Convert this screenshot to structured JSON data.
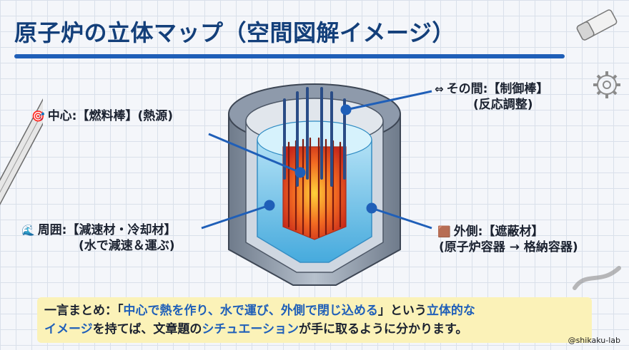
{
  "title": "原子炉の立体マップ（空間図解イメージ）",
  "labels": {
    "center": {
      "icon": "🎯",
      "text": "中心:【燃料棒】(熱源)"
    },
    "between": {
      "icon": "⇔",
      "head": "その間:【制御棒】",
      "sub": "(反応調整)"
    },
    "around": {
      "icon": "🌊",
      "head": "周囲:【減速材・冷却材】",
      "sub": "(水で減速＆運ぶ)"
    },
    "outer": {
      "icon": "🟫",
      "head": "外側:【遮蔽材】",
      "sub": "(原子炉容器 → 格納容器)"
    }
  },
  "summary": {
    "line1_a": "一言まとめ：「",
    "line1_b": "中心で熱を作り、水で運び、外側で閉じ込める",
    "line1_c": "」という",
    "line1_d": "立体的な",
    "line2_a": "イメージ",
    "line2_b": "を持てば、文章題の",
    "line2_c": "シチュエーション",
    "line2_d": "が手に取るように分かります。"
  },
  "credit": "@shikaku-lab",
  "colors": {
    "title": "#133f7a",
    "accent": "#1f5fb8",
    "summary_bg": "#fbf2b8",
    "fuel": "#e8452a",
    "water": "#5fc3ea",
    "vessel": "#8a96a6"
  }
}
